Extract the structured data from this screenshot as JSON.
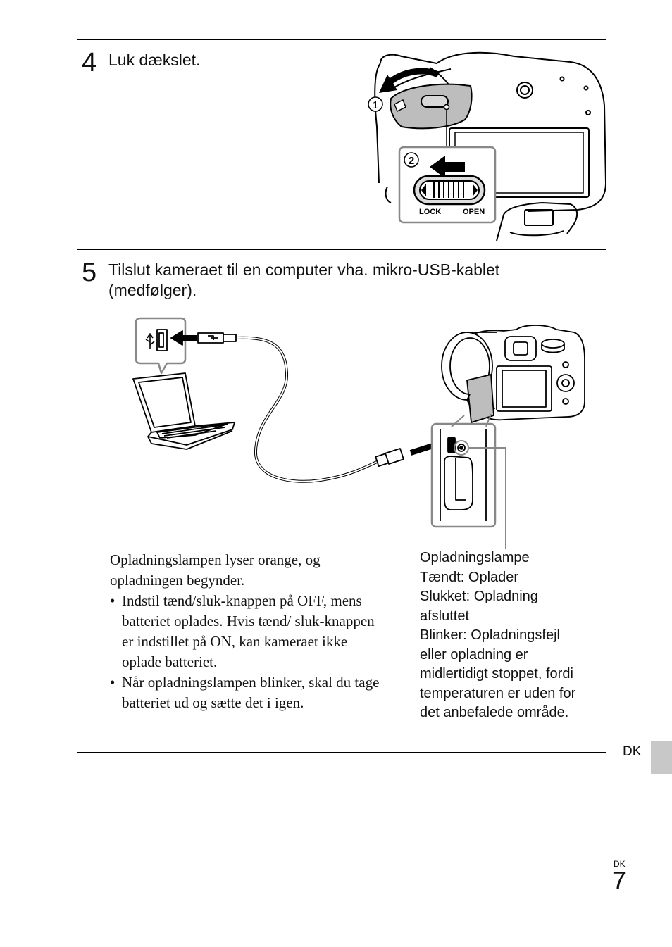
{
  "step4": {
    "number": "4",
    "title": "Luk dækslet."
  },
  "step5": {
    "number": "5",
    "title_line1": "Tilslut kameraet til en computer vha. mikro-USB-kablet",
    "title_line2": "(medfølger)."
  },
  "figure1": {
    "callout1": "1",
    "callout2": "2",
    "switch_left": "LOCK",
    "switch_right": "OPEN"
  },
  "notes": {
    "intro": "Opladningslampen lyser orange, og opladningen begynder.",
    "bullets": [
      "Indstil tænd/sluk-knappen på OFF, mens batteriet oplades. Hvis tænd/ sluk-knappen er indstillet på ON, kan kameraet ikke oplade batteriet.",
      "Når opladningslampen blinker, skal du tage batteriet ud og sætte det i igen."
    ]
  },
  "lamp": {
    "title": "Opladningslampe",
    "lines": [
      "Tændt: Oplader",
      "Slukket: Opladning",
      "afsluttet",
      "Blinker: Opladningsfejl",
      "eller opladning er",
      "midlertidigt stoppet, fordi",
      "temperaturen er uden for",
      "det anbefalede område."
    ]
  },
  "side_tab": {
    "label": "DK"
  },
  "footer": {
    "lang": "DK",
    "page": "7"
  }
}
